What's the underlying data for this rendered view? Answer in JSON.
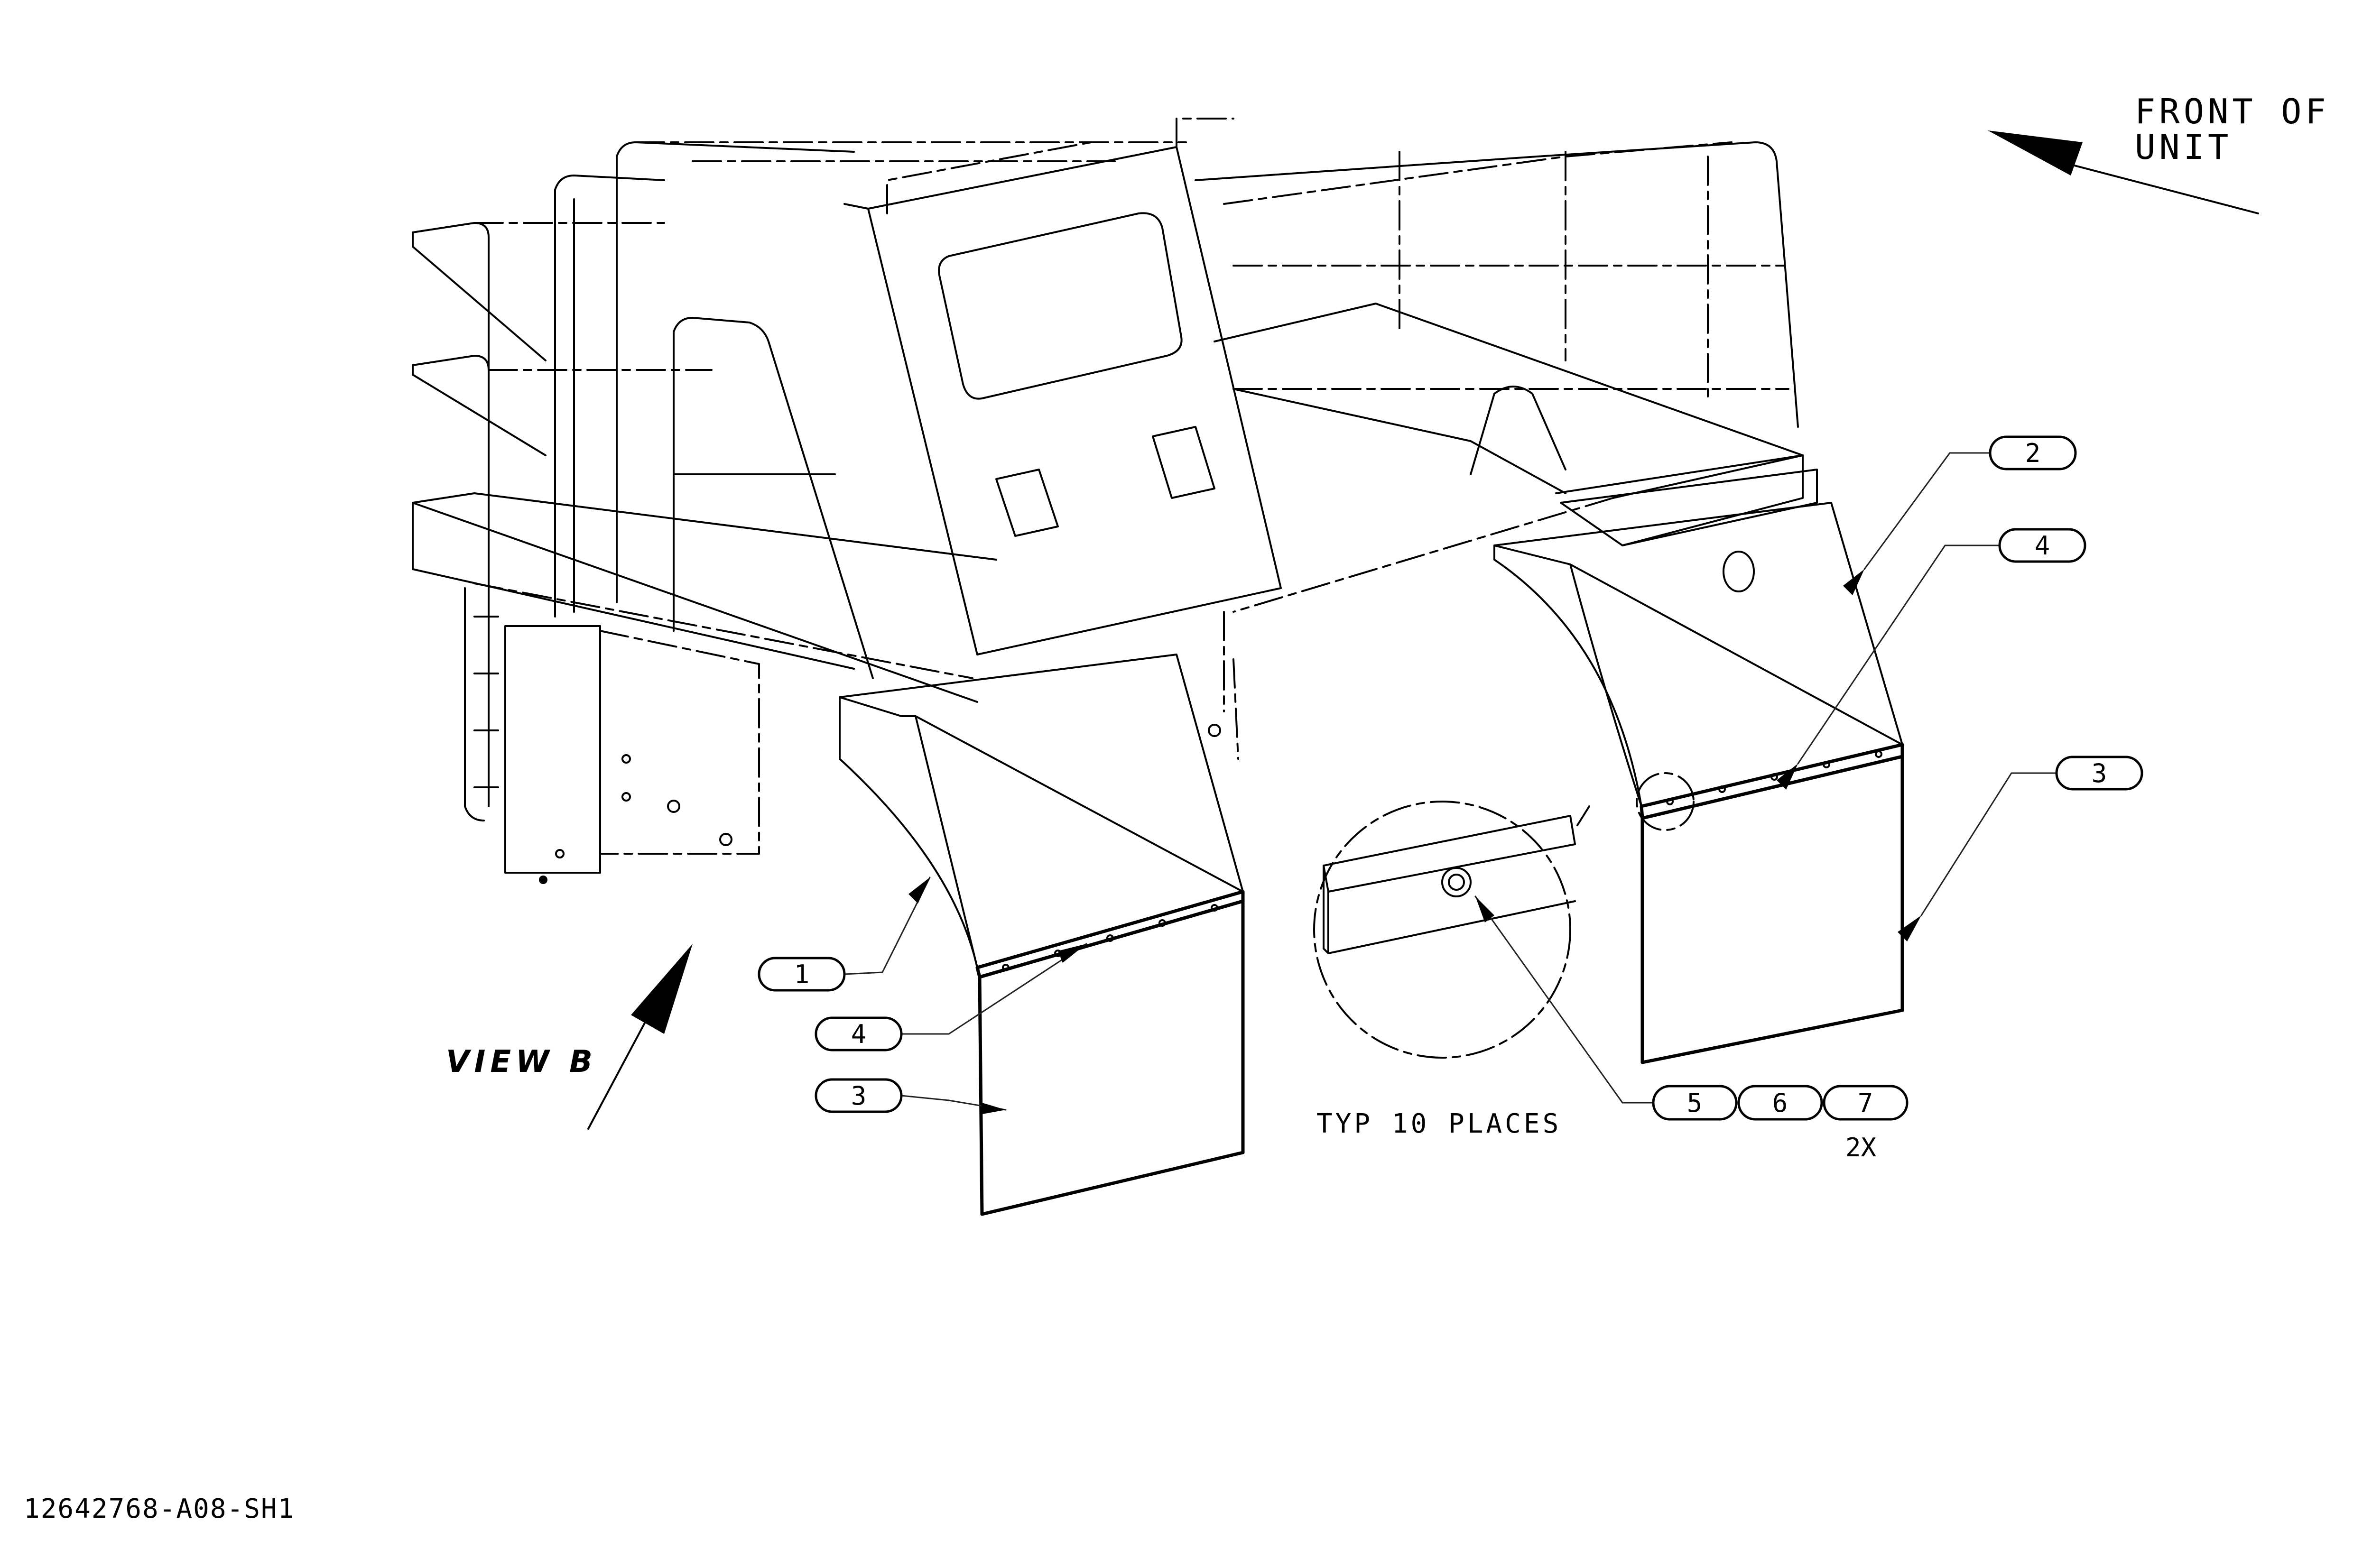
{
  "drawing": {
    "front_label_line1": "FRONT OF",
    "front_label_line2": "UNIT",
    "view_label": "VIEW B",
    "note_typ": "TYP 10 PLACES",
    "qty_note": "2X",
    "drawing_number": "12642768-A08-SH1"
  },
  "balloons": {
    "b1": "1",
    "b2": "2",
    "b3_left": "3",
    "b3_right": "3",
    "b4_left": "4",
    "b4_right": "4",
    "b5": "5",
    "b6": "6",
    "b7": "7"
  }
}
